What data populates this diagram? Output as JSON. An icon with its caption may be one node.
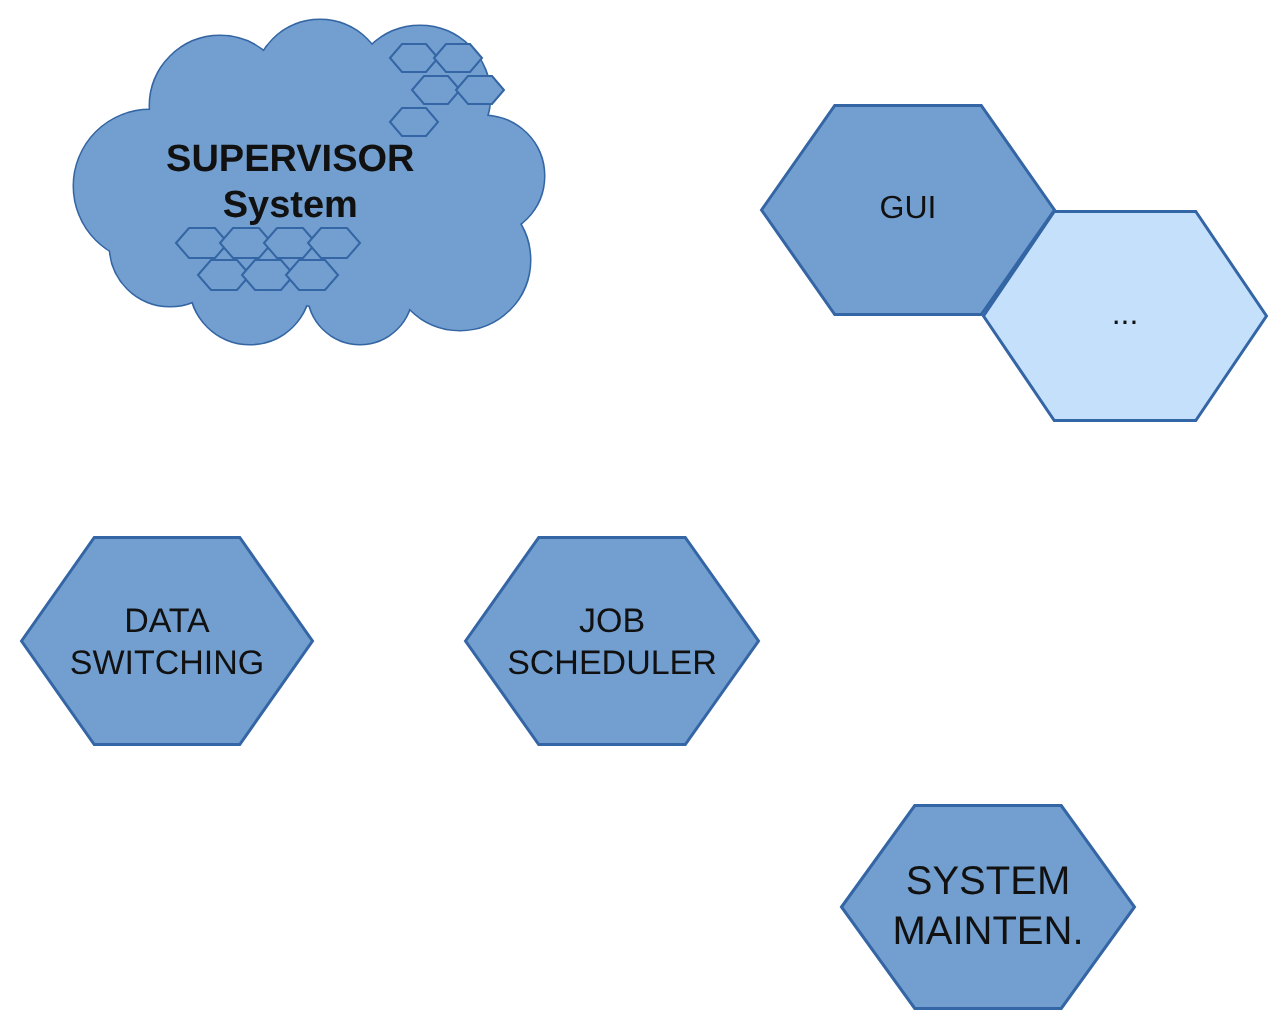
{
  "diagram": {
    "nodes": [
      {
        "text": [
          "SUPERVISOR System"
        ]
      },
      {
        "text": [
          "GUI"
        ]
      },
      {
        "text": [
          "..."
        ]
      },
      {
        "text": [
          "DATA SWITCHING"
        ]
      },
      {
        "text": [
          "JOB SCHEDULER"
        ]
      },
      {
        "text": [
          "SYSTEM MAINTEN."
        ]
      }
    ]
  }
}
